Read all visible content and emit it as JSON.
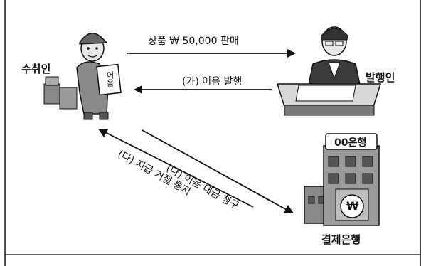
{
  "actors": {
    "payee": "수취인",
    "issuer": "발행인",
    "paying_bank": "결제은행",
    "bank_sign": "00은행",
    "bill_paper": "어음",
    "won_symbol": "₩"
  },
  "arrows": {
    "sale": "상품 ₩ 50,000 판매",
    "issue": "(가) 어음 발행",
    "claim": "(나) 어음 대금 청구",
    "refusal": "(다) 지급 거절 통지"
  },
  "colors": {
    "ink": "#111111",
    "building_dark": "#5a5a5a",
    "building_light": "#9a9a9a",
    "skin": "#e8e8e8"
  }
}
